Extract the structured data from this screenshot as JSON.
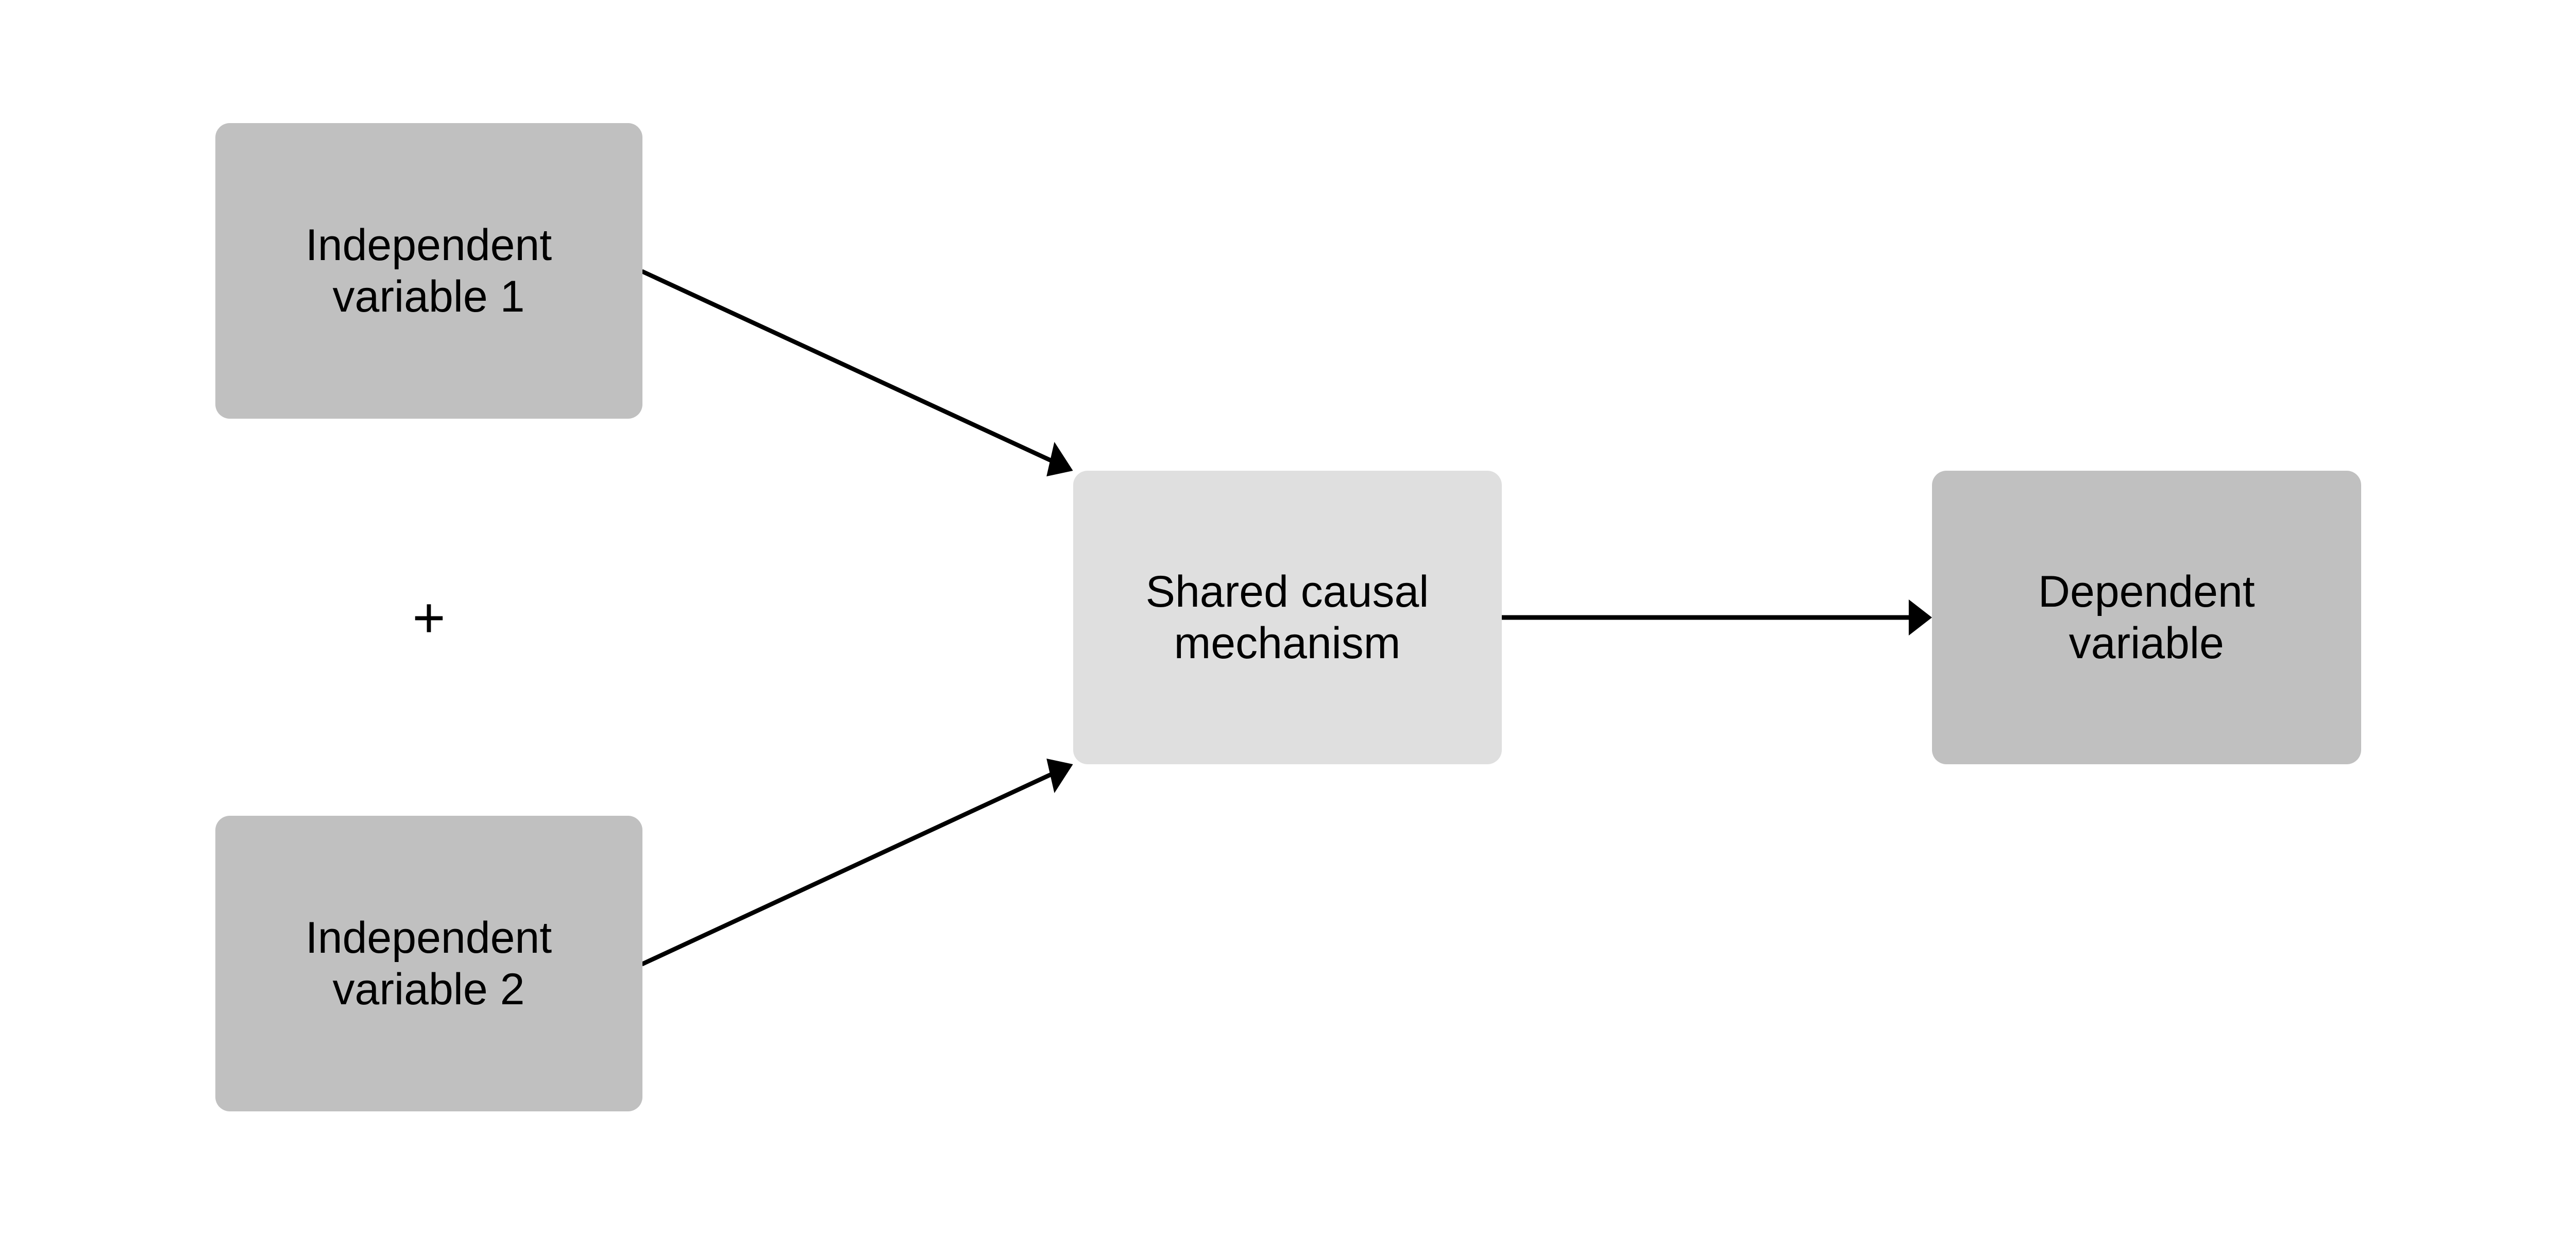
{
  "colors": {
    "independent_fill": "#c0c0c0",
    "mechanism_fill": "#dfdfdf",
    "dependent_fill": "#c0c0c0",
    "arrow": "#000000",
    "background": "#ffffff"
  },
  "nodes": {
    "iv1": {
      "line1": "Independent",
      "line2": "variable 1"
    },
    "iv2": {
      "line1": "Independent",
      "line2": "variable 2"
    },
    "mechanism": {
      "line1": "Shared causal",
      "line2": "mechanism"
    },
    "dv": {
      "line1": "Dependent",
      "line2": "variable"
    }
  },
  "plus_sign": "+",
  "edges": [
    {
      "from": "iv1",
      "to": "mechanism"
    },
    {
      "from": "iv2",
      "to": "mechanism"
    },
    {
      "from": "mechanism",
      "to": "dv"
    }
  ]
}
